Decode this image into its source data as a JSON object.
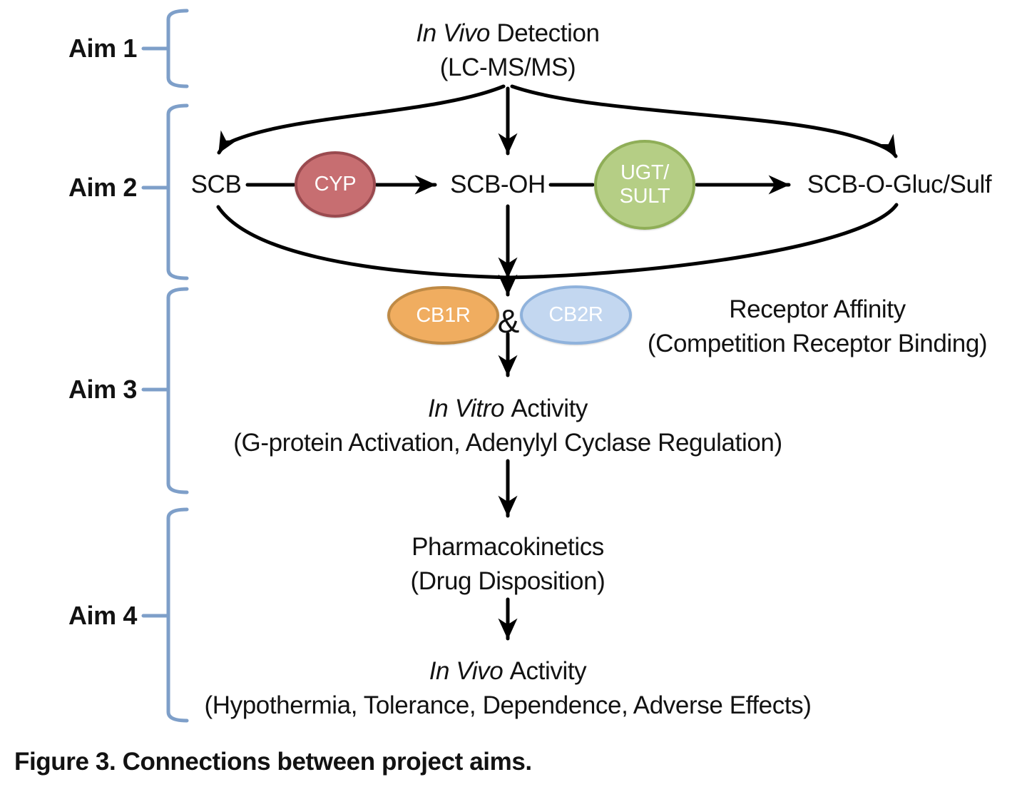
{
  "figure": {
    "caption": "Figure 3. Connections between project aims."
  },
  "aims": [
    {
      "label": "Aim 1"
    },
    {
      "label": "Aim 2"
    },
    {
      "label": "Aim 3"
    },
    {
      "label": "Aim 4"
    }
  ],
  "colors": {
    "bracket": "#7E9FC9",
    "arrow": "#000000",
    "cyp_fill": "#C76E71",
    "cyp_border": "#9A4A4F",
    "ugt_fill": "#B5CE85",
    "ugt_border": "#8FAE57",
    "cb1r_fill": "#F0AD60",
    "cb1r_border": "#BF8A45",
    "cb2r_fill": "#C3D7F0",
    "cb2r_border": "#8FB2DC"
  },
  "nodes": {
    "invivo_detection": {
      "italic": "In Vivo",
      "rest": " Detection",
      "sub": "(LC-MS/MS)"
    },
    "scb": "SCB",
    "cyp": "CYP",
    "scb_oh": "SCB-OH",
    "ugt_sult": {
      "line1": "UGT/",
      "line2": "SULT"
    },
    "scb_o_gluc": "SCB-O-Gluc/Sulf",
    "cb1r": "CB1R",
    "amp": "&",
    "cb2r": "CB2R",
    "receptor_affinity": {
      "line1": "Receptor Affinity",
      "line2": "(Competition Receptor Binding)"
    },
    "invitro_activity": {
      "italic": "In Vitro",
      "rest": " Activity",
      "sub": "(G-protein Activation, Adenylyl Cyclase Regulation)"
    },
    "pharmacokinetics": {
      "line1": "Pharmacokinetics",
      "line2": "(Drug Disposition)"
    },
    "invivo_activity": {
      "italic": "In Vivo",
      "rest": " Activity",
      "sub": "(Hypothermia, Tolerance, Dependence, Adverse Effects)"
    }
  }
}
